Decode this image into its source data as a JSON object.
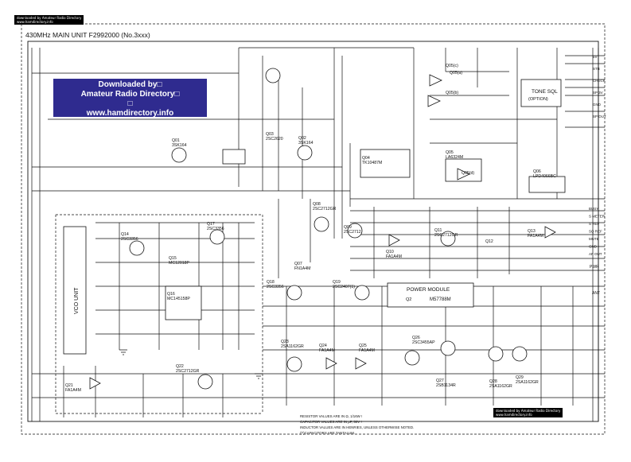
{
  "header": {
    "title": "430MHz MAIN UNIT F2992000 (No.3xxx)",
    "corner_tag_main": "downloaded by",
    "corner_tag_sub": "Amateur Radio Directory",
    "corner_tag_url": "www.hamdirectory.info"
  },
  "watermark": {
    "line1": "Downloaded by□",
    "line2": "Amateur Radio Directory□",
    "line3": "□",
    "line4": "www.hamdirectory.info"
  },
  "footer_tag": {
    "main": "downloaded by",
    "sub": "Amateur Radio Directory",
    "url": "www.hamdirectory.info"
  },
  "blocks": {
    "vco_unit": "VCO UNIT",
    "tone_sql": "TONE SQL",
    "tone_sql_option": "(OPTION)",
    "power_module": "POWER MODULE",
    "power_module_q2": "Q2",
    "power_module_part": "M57788M"
  },
  "transistors": [
    {
      "ref": "Q03",
      "part": "2SC2620"
    },
    {
      "ref": "Q01",
      "part": "3SK164"
    },
    {
      "ref": "Q02",
      "part": "3SK164"
    },
    {
      "ref": "Q04",
      "part": "TK10487M"
    },
    {
      "ref": "Q05",
      "part": "LA6324M"
    },
    {
      "ref": "Q05(a)",
      "part": ""
    },
    {
      "ref": "Q05(b)",
      "part": ""
    },
    {
      "ref": "Q05(c)",
      "part": ""
    },
    {
      "ref": "Q05(d)",
      "part": ""
    },
    {
      "ref": "Q06",
      "part": "LPD4066BC"
    },
    {
      "ref": "Q08",
      "part": "2SC2712GR"
    },
    {
      "ref": "Q07",
      "part": "FN1A4M"
    },
    {
      "ref": "Q09",
      "part": "2SC2712"
    },
    {
      "ref": "Q10",
      "part": "FA1A4M"
    },
    {
      "ref": "Q11",
      "part": "2SC2712GR"
    },
    {
      "ref": "Q12",
      "part": ""
    },
    {
      "ref": "Q13",
      "part": "FA1A4M"
    },
    {
      "ref": "Q14",
      "part": "2SC3356"
    },
    {
      "ref": "Q15",
      "part": "MC12018P"
    },
    {
      "ref": "Q16",
      "part": "MC145158P"
    },
    {
      "ref": "Q17",
      "part": "2SC3356"
    },
    {
      "ref": "Q18",
      "part": "2SC3356"
    },
    {
      "ref": "Q19",
      "part": "2SC2407(1)"
    },
    {
      "ref": "Q21",
      "part": "FA1A4M"
    },
    {
      "ref": "Q22",
      "part": "2SC2712GR"
    },
    {
      "ref": "Q23",
      "part": "2SA1162GR"
    },
    {
      "ref": "Q24",
      "part": "FA1A4M"
    },
    {
      "ref": "Q25",
      "part": "FA1A4M"
    },
    {
      "ref": "Q26",
      "part": "2SC3455AP"
    },
    {
      "ref": "Q27",
      "part": "2SB1134R"
    },
    {
      "ref": "Q28",
      "part": "2SA1162GR"
    },
    {
      "ref": "Q29",
      "part": "2SA1162GR"
    }
  ],
  "connectors": {
    "j04_pins": [
      "BUSY",
      "S METER",
      "S REF",
      "SQ REF",
      "MUTE",
      "GND",
      "AF OUT"
    ],
    "j07_pins": [
      "5V",
      "STB",
      "CHECK",
      "SP 3V",
      "GND",
      "SP OUT"
    ],
    "j08_pins": [
      "GND"
    ],
    "ant_label": "ANT",
    "pwr_label": "PWR"
  },
  "notes": [
    "RESISTOR VALUES ARE IN Ω, 1/16W !",
    "CAPACITOR VALUES ARE IN μF, 50V !",
    "INDUCTOR VALUES ARE IN HENRIES, UNLESS OTHERWISE NOTED.",
    "(T)CAPACITORS ARE TANTALUM."
  ],
  "colors": {
    "ink": "#111111",
    "watermark_bg": "#2f2b8f",
    "watermark_fg": "#ffffff",
    "paper": "#ffffff"
  }
}
